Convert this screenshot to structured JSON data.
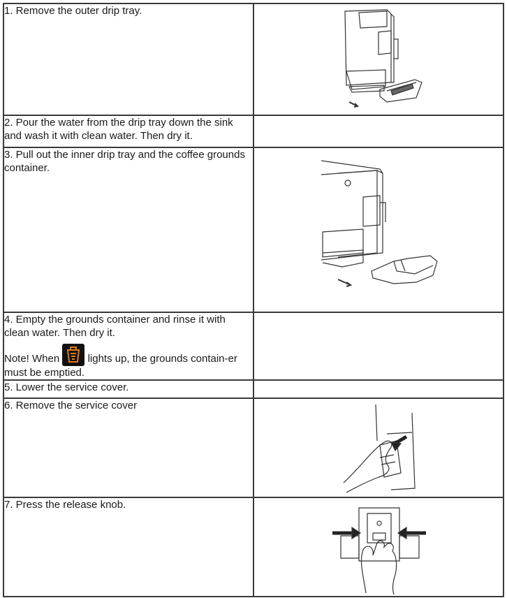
{
  "steps": [
    {
      "text": "1. Remove the outer drip tray."
    },
    {
      "text": "2. Pour the water from the drip tray down the sink and wash it with clean water. Then dry it."
    },
    {
      "text": "3. Pull out the inner drip tray and the coffee grounds container."
    },
    {
      "text": "4. Empty the grounds container and rinse it with clean water. Then dry it.",
      "note_before": "Note! When",
      "note_after": "lights up, the grounds contain-er must be emptied.",
      "icon": "grounds-container-full-icon",
      "icon_color": "#e07b1a"
    },
    {
      "text": "5. Lower the service cover."
    },
    {
      "text": "6. Remove the service cover"
    },
    {
      "text": "7. Press the release knob."
    }
  ]
}
